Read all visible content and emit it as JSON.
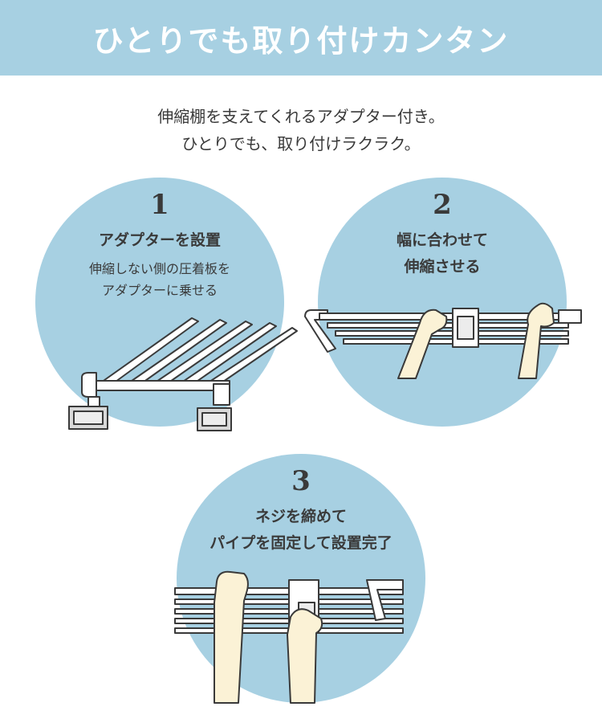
{
  "banner": {
    "title": "ひとりでも取り付けカンタン"
  },
  "intro": {
    "line1": "伸縮棚を支えてくれるアダプター付き。",
    "line2": "ひとりでも、取り付けラクラク。"
  },
  "steps": [
    {
      "number": "1",
      "title_lines": [
        "アダプターを設置"
      ],
      "desc_lines": [
        "伸縮しない側の圧着板を",
        "アダプターに乗せる"
      ]
    },
    {
      "number": "2",
      "title_lines": [
        "幅に合わせて",
        "伸縮させる"
      ],
      "desc_lines": []
    },
    {
      "number": "3",
      "title_lines": [
        "ネジを締めて",
        "パイプを固定して設置完了"
      ],
      "desc_lines": []
    }
  ],
  "colors": {
    "banner_bg": "#a7d0e2",
    "circle_bg": "#a7d0e2",
    "text": "#3a3a3a",
    "skin": "#fbf2d6"
  }
}
